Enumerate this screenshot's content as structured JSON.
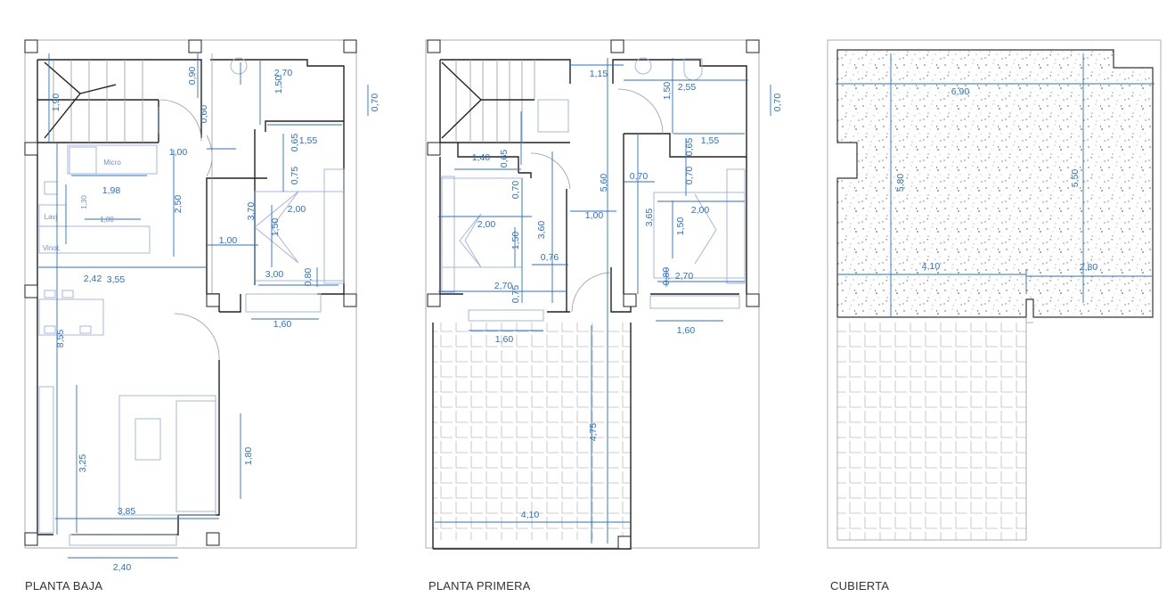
{
  "plans": [
    {
      "title": "PLANTA BAJA",
      "labels": [
        "1,90",
        "0,90",
        "2,70",
        "1,50",
        "0,70",
        "0,60",
        "1,00",
        "0,65",
        "1,55",
        "Micro",
        "1,98",
        "1,30",
        "2,50",
        "0,75",
        "3,70",
        "2,00",
        "1,80",
        "Lavj",
        "Vinot.",
        "1,50",
        "1,00",
        "2,42",
        "3,55",
        "3,00",
        "0,80",
        "1,60",
        "8,55",
        "3,25",
        "1,80",
        "3,85",
        "2,40"
      ]
    },
    {
      "title": "PLANTA PRIMERA",
      "labels": [
        "1,15",
        "1,50",
        "2,55",
        "0,70",
        "1,40",
        "0,65",
        "1,55",
        "0,65",
        "0,70",
        "5,60",
        "0,70",
        "0,70",
        "2,00",
        "3,60",
        "1,00",
        "3,65",
        "2,00",
        "1,50",
        "1,50",
        "0,76",
        "2,70",
        "0,75",
        "0,80",
        "2,70",
        "1,60",
        "1,60",
        "4,75",
        "4,10"
      ]
    },
    {
      "title": "CUBIERTA",
      "labels": [
        "6,90",
        "5,80",
        "5,50",
        "4,10",
        "2,80"
      ]
    }
  ],
  "colors": {
    "dimension": "#2a6fd0",
    "wall": "#222222",
    "furniture": "#9ab0e0"
  }
}
